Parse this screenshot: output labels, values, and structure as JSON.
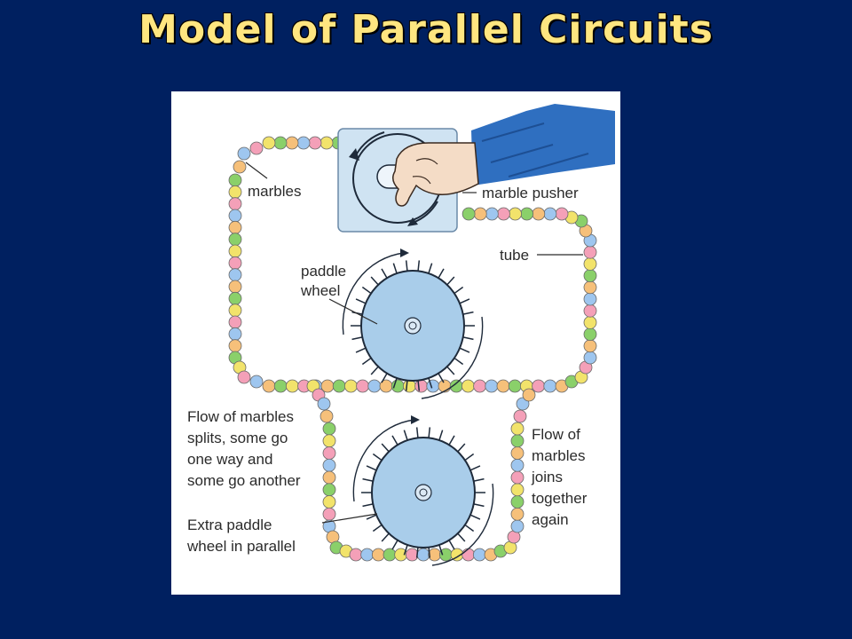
{
  "title": "Model of Parallel Circuits",
  "diagram": {
    "labels": {
      "marbles": "marbles",
      "marble_pusher": "marble pusher",
      "tube": "tube",
      "paddle_wheel": [
        "paddle",
        "wheel"
      ],
      "flow_splits": [
        "Flow of marbles",
        "splits, some go",
        "one way and",
        "some go another"
      ],
      "extra_paddle_wheel": [
        "Extra paddle",
        "wheel in parallel"
      ],
      "flow_joins": [
        "Flow of",
        "marbles",
        "joins",
        "together",
        "again"
      ]
    },
    "colors": {
      "marble_palette": [
        "#8ad06a",
        "#f2e36b",
        "#f4a0b8",
        "#9ec6ef",
        "#f6c07a"
      ],
      "wheel_fill": "#a9cdea",
      "pusher_box": "#cfe3f2",
      "sleeve": "#2f6fc0"
    },
    "icons": [
      "hand-icon",
      "paddle-wheel-icon",
      "rotation-arrow-icon"
    ]
  }
}
